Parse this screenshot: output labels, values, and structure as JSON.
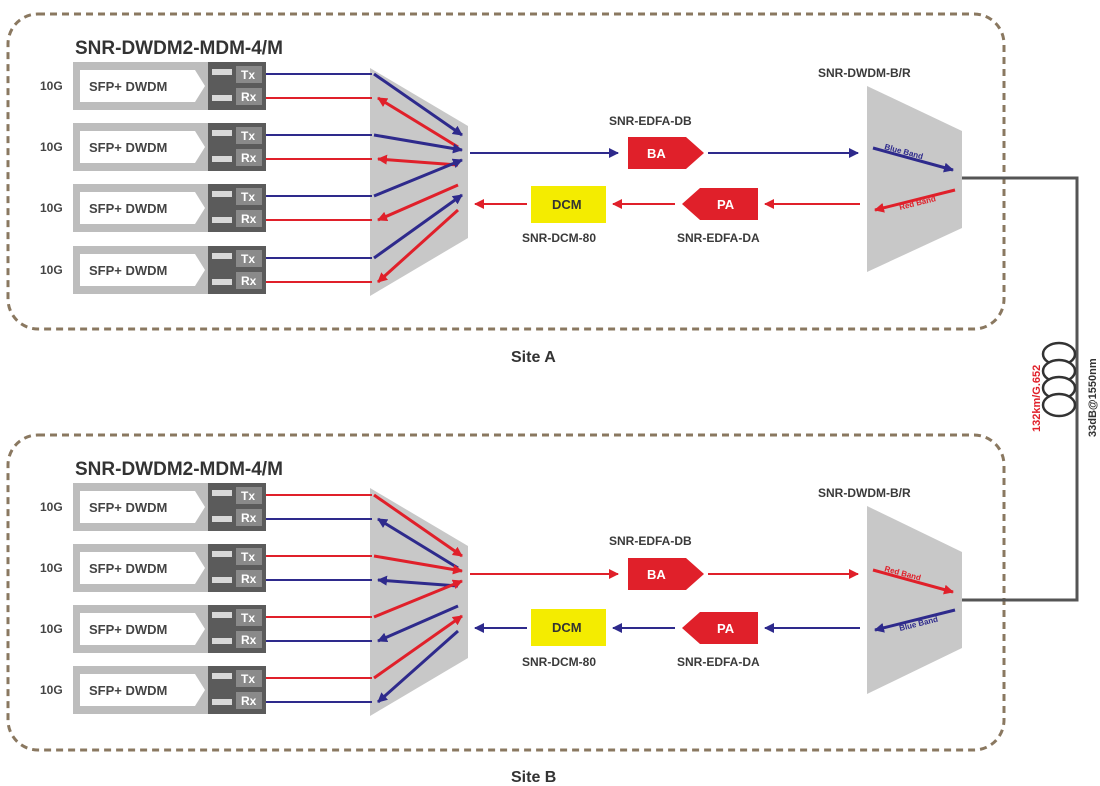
{
  "colors": {
    "blue": "#2e2a8c",
    "red": "#e0202a",
    "mux": "#c8c8c8",
    "sfp_dark": "#5b5b5b",
    "sfp_light": "#bdbdbd",
    "dcm_yellow": "#f4ec00",
    "amp_red": "#e0202a",
    "border": "#8a7860",
    "fiber": "#555555"
  },
  "site_a": {
    "title": "SNR-DWDM2-MDM-4/M",
    "caption": "Site A",
    "sfp_rate": "10G",
    "sfp_label": "SFP+ DWDM",
    "tx": "Tx",
    "rx": "Rx",
    "edfa_db_label": "SNR-EDFA-DB",
    "ba": "BA",
    "pa": "PA",
    "edfa_da_label": "SNR-EDFA-DA",
    "dcm": "DCM",
    "dcm_label": "SNR-DCM-80",
    "band_filter_label": "SNR-DWDM-B/R",
    "band_top": "Blue Band",
    "band_bottom": "Red Band"
  },
  "site_b": {
    "title": "SNR-DWDM2-MDM-4/M",
    "caption": "Site B",
    "sfp_rate": "10G",
    "sfp_label": "SFP+ DWDM",
    "tx": "Tx",
    "rx": "Rx",
    "edfa_db_label": "SNR-EDFA-DB",
    "ba": "BA",
    "pa": "PA",
    "edfa_da_label": "SNR-EDFA-DA",
    "dcm": "DCM",
    "dcm_label": "SNR-DCM-80",
    "band_filter_label": "SNR-DWDM-B/R",
    "band_top": "Red Band",
    "band_bottom": "Blue Band"
  },
  "fiber": {
    "length_label": "132km/G.652",
    "loss_label": "33dB@1550nm"
  }
}
